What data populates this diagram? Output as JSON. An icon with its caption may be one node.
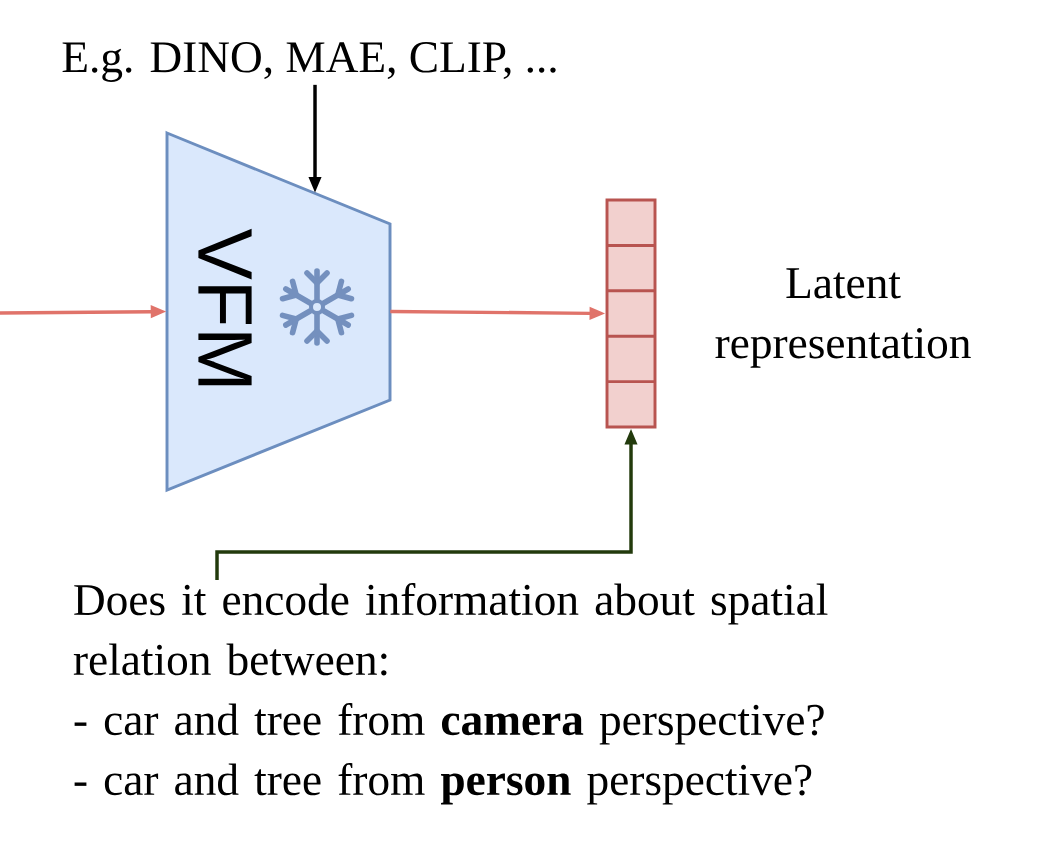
{
  "diagram": {
    "nodes": [
      {
        "text": [
          "E.g. DINO, MAE, CLIP, ..."
        ]
      },
      {
        "text": [
          "VFM"
        ]
      },
      {
        "text": [],
        "shape": "bar",
        "beside": [
          "Latent representation"
        ]
      },
      {
        "text": [
          "Does it encode information about spatial relation between:",
          "- car and tree from **camera** perspective?",
          "- car and tree from **person** perspective?"
        ]
      }
    ],
    "edges": [
      {
        "from": null,
        "to": 1,
        "arrow": "to",
        "color": "#e0736a"
      },
      {
        "from": 1,
        "to": 2,
        "arrow": "to",
        "color": "#e0736a"
      },
      {
        "from": 0,
        "to": 1,
        "arrow": "to",
        "color": "#000000"
      },
      {
        "from": 3,
        "to": 2,
        "arrow": "to",
        "color": "#223a0c"
      }
    ]
  }
}
